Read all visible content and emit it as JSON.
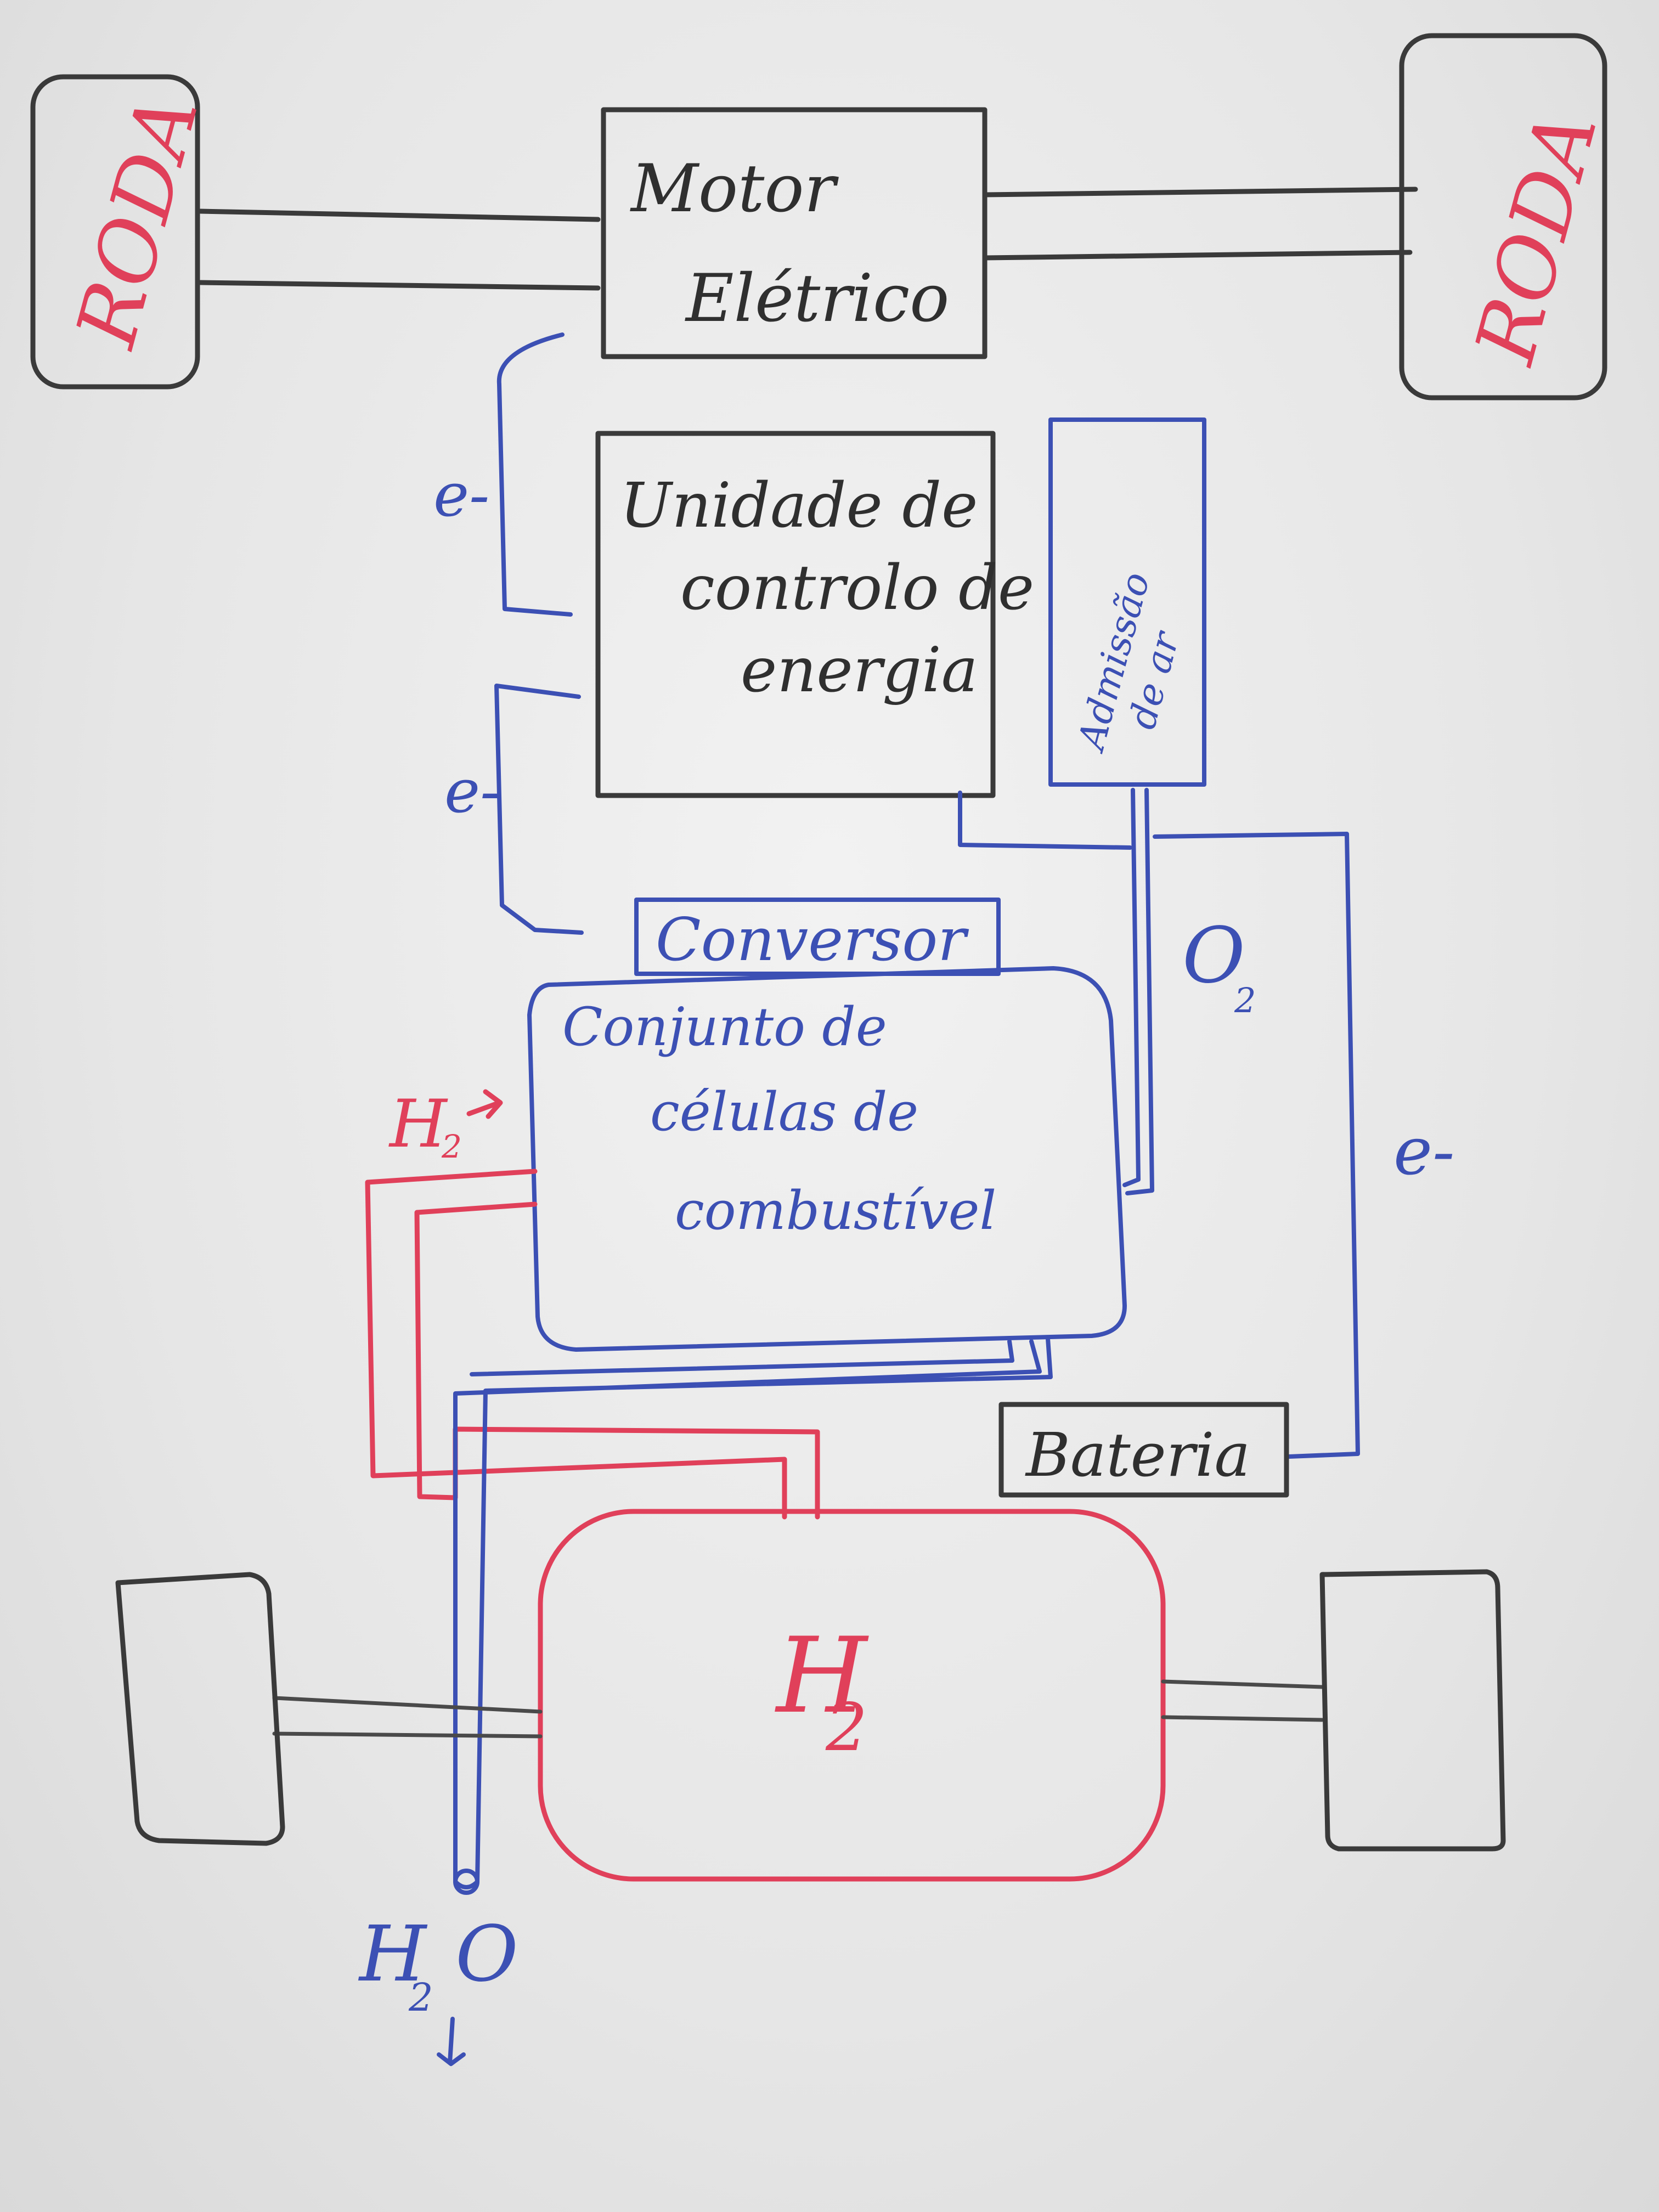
{
  "colors": {
    "black_ink": "#3a3a3a",
    "blue_ink": "#3c50b4",
    "red_ink": "#e0405a",
    "board": "#e9e9e9"
  },
  "wheels": {
    "front_left": "RODA",
    "front_right": "RODA"
  },
  "motor": {
    "line1": "Motor",
    "line2": "Elétrico"
  },
  "control_unit": {
    "line1": "Unidade de",
    "line2": "controlo de",
    "line3": "energia"
  },
  "air_intake": {
    "line1": "Admissão",
    "line2": "de ar"
  },
  "converter": "Conversor",
  "fuel_cells": {
    "line1": "Conjunto de",
    "line2": "células de",
    "line3": "combustível"
  },
  "battery": "Bateria",
  "tank": {
    "label": "H",
    "sub": "2"
  },
  "labels": {
    "electron_1": "e-",
    "electron_2": "e-",
    "electron_3": "e-",
    "oxygen": "O",
    "oxygen_sub": "2",
    "hydrogen_in": "H",
    "hydrogen_in_sub": "2",
    "water": "H",
    "water_sub": "2",
    "water_o": "O"
  }
}
